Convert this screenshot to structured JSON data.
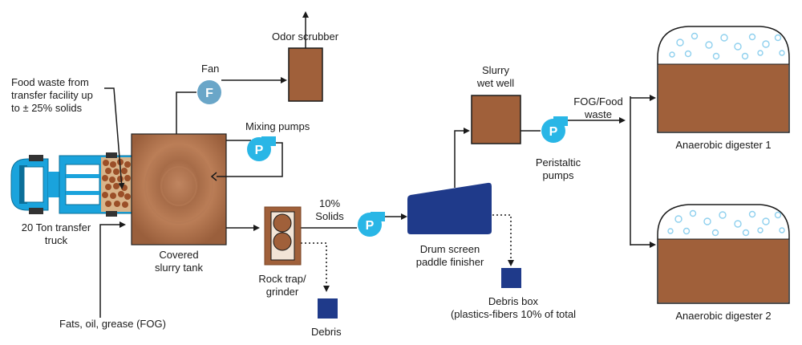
{
  "labels": {
    "food_waste": "Food waste from\ntransfer facility up\nto ± 25% solids",
    "truck": "20 Ton transfer\ntruck",
    "fog": "Fats, oil, grease (FOG)",
    "fan": "Fan",
    "odor_scrubber": "Odor scrubber",
    "mixing_pumps": "Mixing pumps",
    "slurry_tank": "Covered\nslurry tank",
    "rock_trap": "Rock trap/\ngrinder",
    "debris": "Debris",
    "solids": "10%\nSolids",
    "drum_screen": "Drum screen\npaddle finisher",
    "debris_box": "Debris box\n(plastics-fibers 10% of total",
    "wet_well": "Slurry\nwet well",
    "peristaltic": "Peristaltic\npumps",
    "fog_food": "FOG/Food\nwaste",
    "digester1": "Anaerobic digester 1",
    "digester2": "Anaerobic digester 2"
  },
  "symbols": {
    "fan": "F",
    "pump": "P"
  },
  "colors": {
    "sludge": "#a0603a",
    "truck_blue": "#1aa3dc",
    "drum_navy": "#1f3a8a",
    "pump_cyan": "#29b6e6",
    "fan_blue": "#6aa6c8",
    "bubble": "#8fd0ee"
  }
}
